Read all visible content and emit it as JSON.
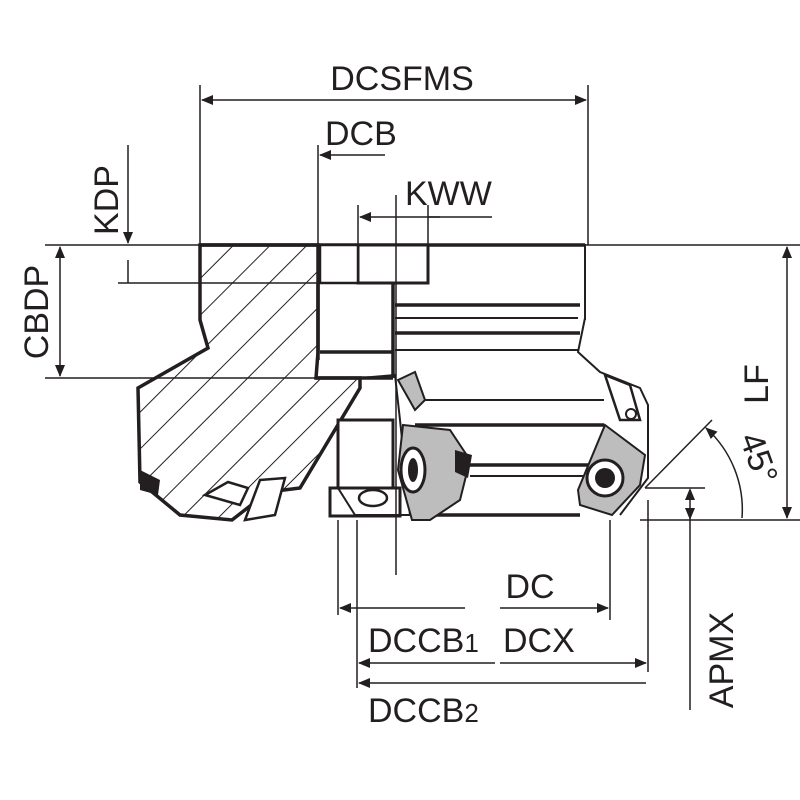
{
  "labels": {
    "dcsfms": "DCSFMS",
    "dcb": "DCB",
    "kww": "KWW",
    "kdp": "KDP",
    "cbdp": "CBDP",
    "lf": "LF",
    "angle": "45°",
    "dc": "DC",
    "dccb1_main": "DCCB",
    "dccb1_sub": "1",
    "dcx": "DCX",
    "dccb2_main": "DCCB",
    "dccb2_sub": "2",
    "apmx": "APMX"
  },
  "colors": {
    "line": "#231f20",
    "background": "#ffffff",
    "insert_grey": "#bdbdbd"
  }
}
